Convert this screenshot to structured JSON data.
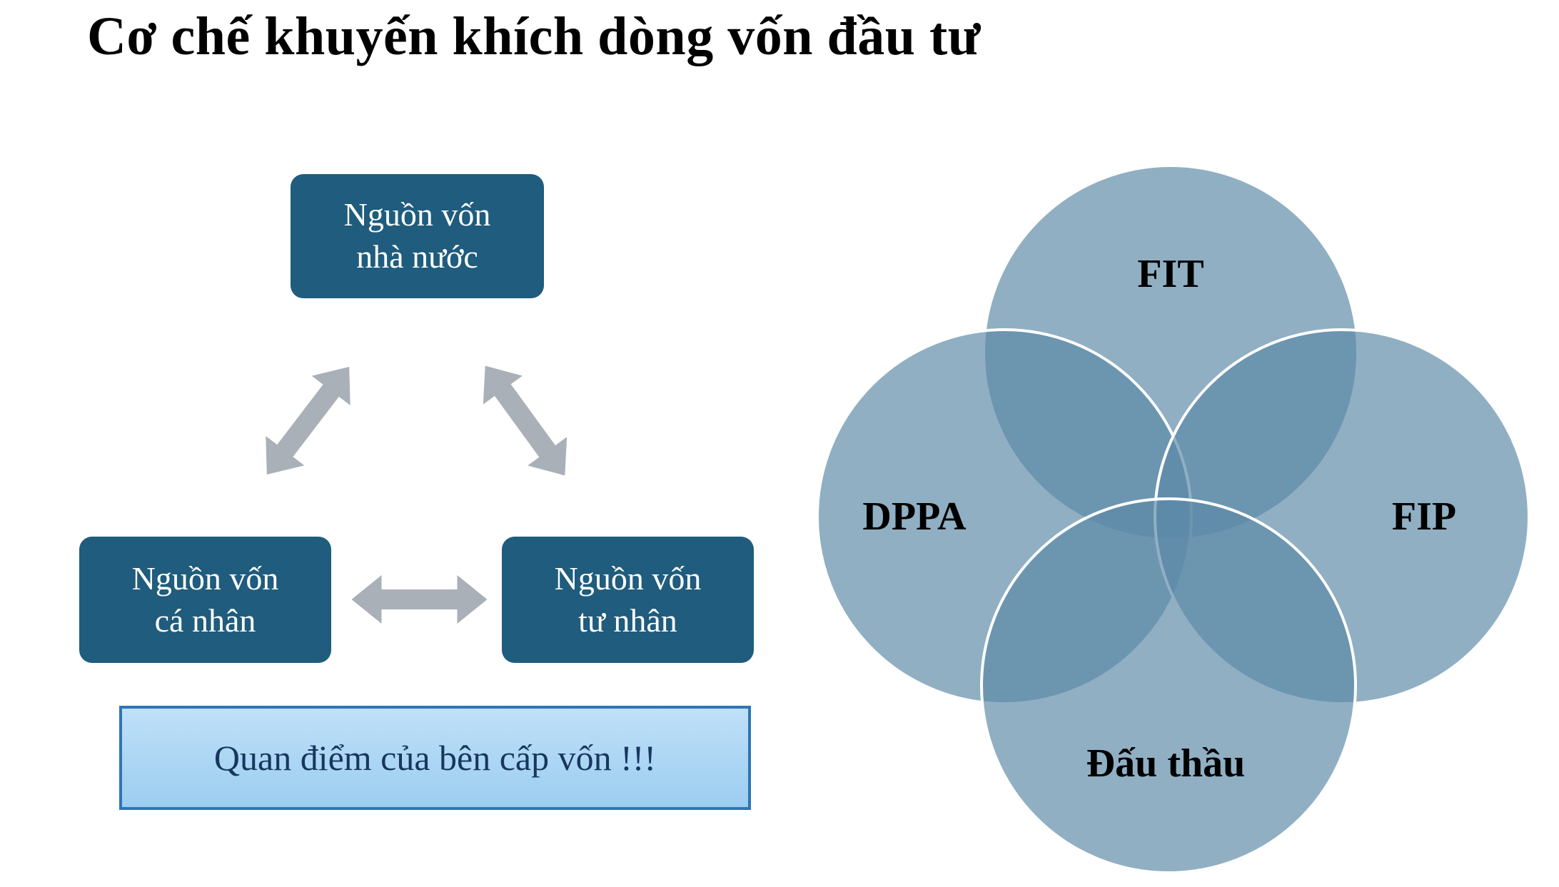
{
  "slide": {
    "title": "Cơ chế khuyến khích dòng vốn đầu tư"
  },
  "cycle": {
    "boxes": [
      {
        "name": "state",
        "line1": "Nguồn vốn",
        "line2": "nhà nước"
      },
      {
        "name": "individual",
        "line1": "Nguồn vốn",
        "line2": "cá nhân"
      },
      {
        "name": "private",
        "line1": "Nguồn vốn",
        "line2": "tư nhân"
      }
    ],
    "note": "Quan điểm của bên cấp vốn !!!"
  },
  "venn": {
    "labels": [
      "FIT",
      "DPPA",
      "FIP",
      "Đấu thầu"
    ]
  },
  "colors": {
    "title": "#000000",
    "box_fill": "#1f5c7d",
    "box_text": "#ffffff",
    "note_fill": "#a9d3f3",
    "note_border": "#2e75b6",
    "note_text": "#17375e",
    "arrow": "#a9b0b7",
    "venn_fill": "#5c89a6",
    "venn_stroke": "#ffffff",
    "venn_label": "#000000"
  }
}
